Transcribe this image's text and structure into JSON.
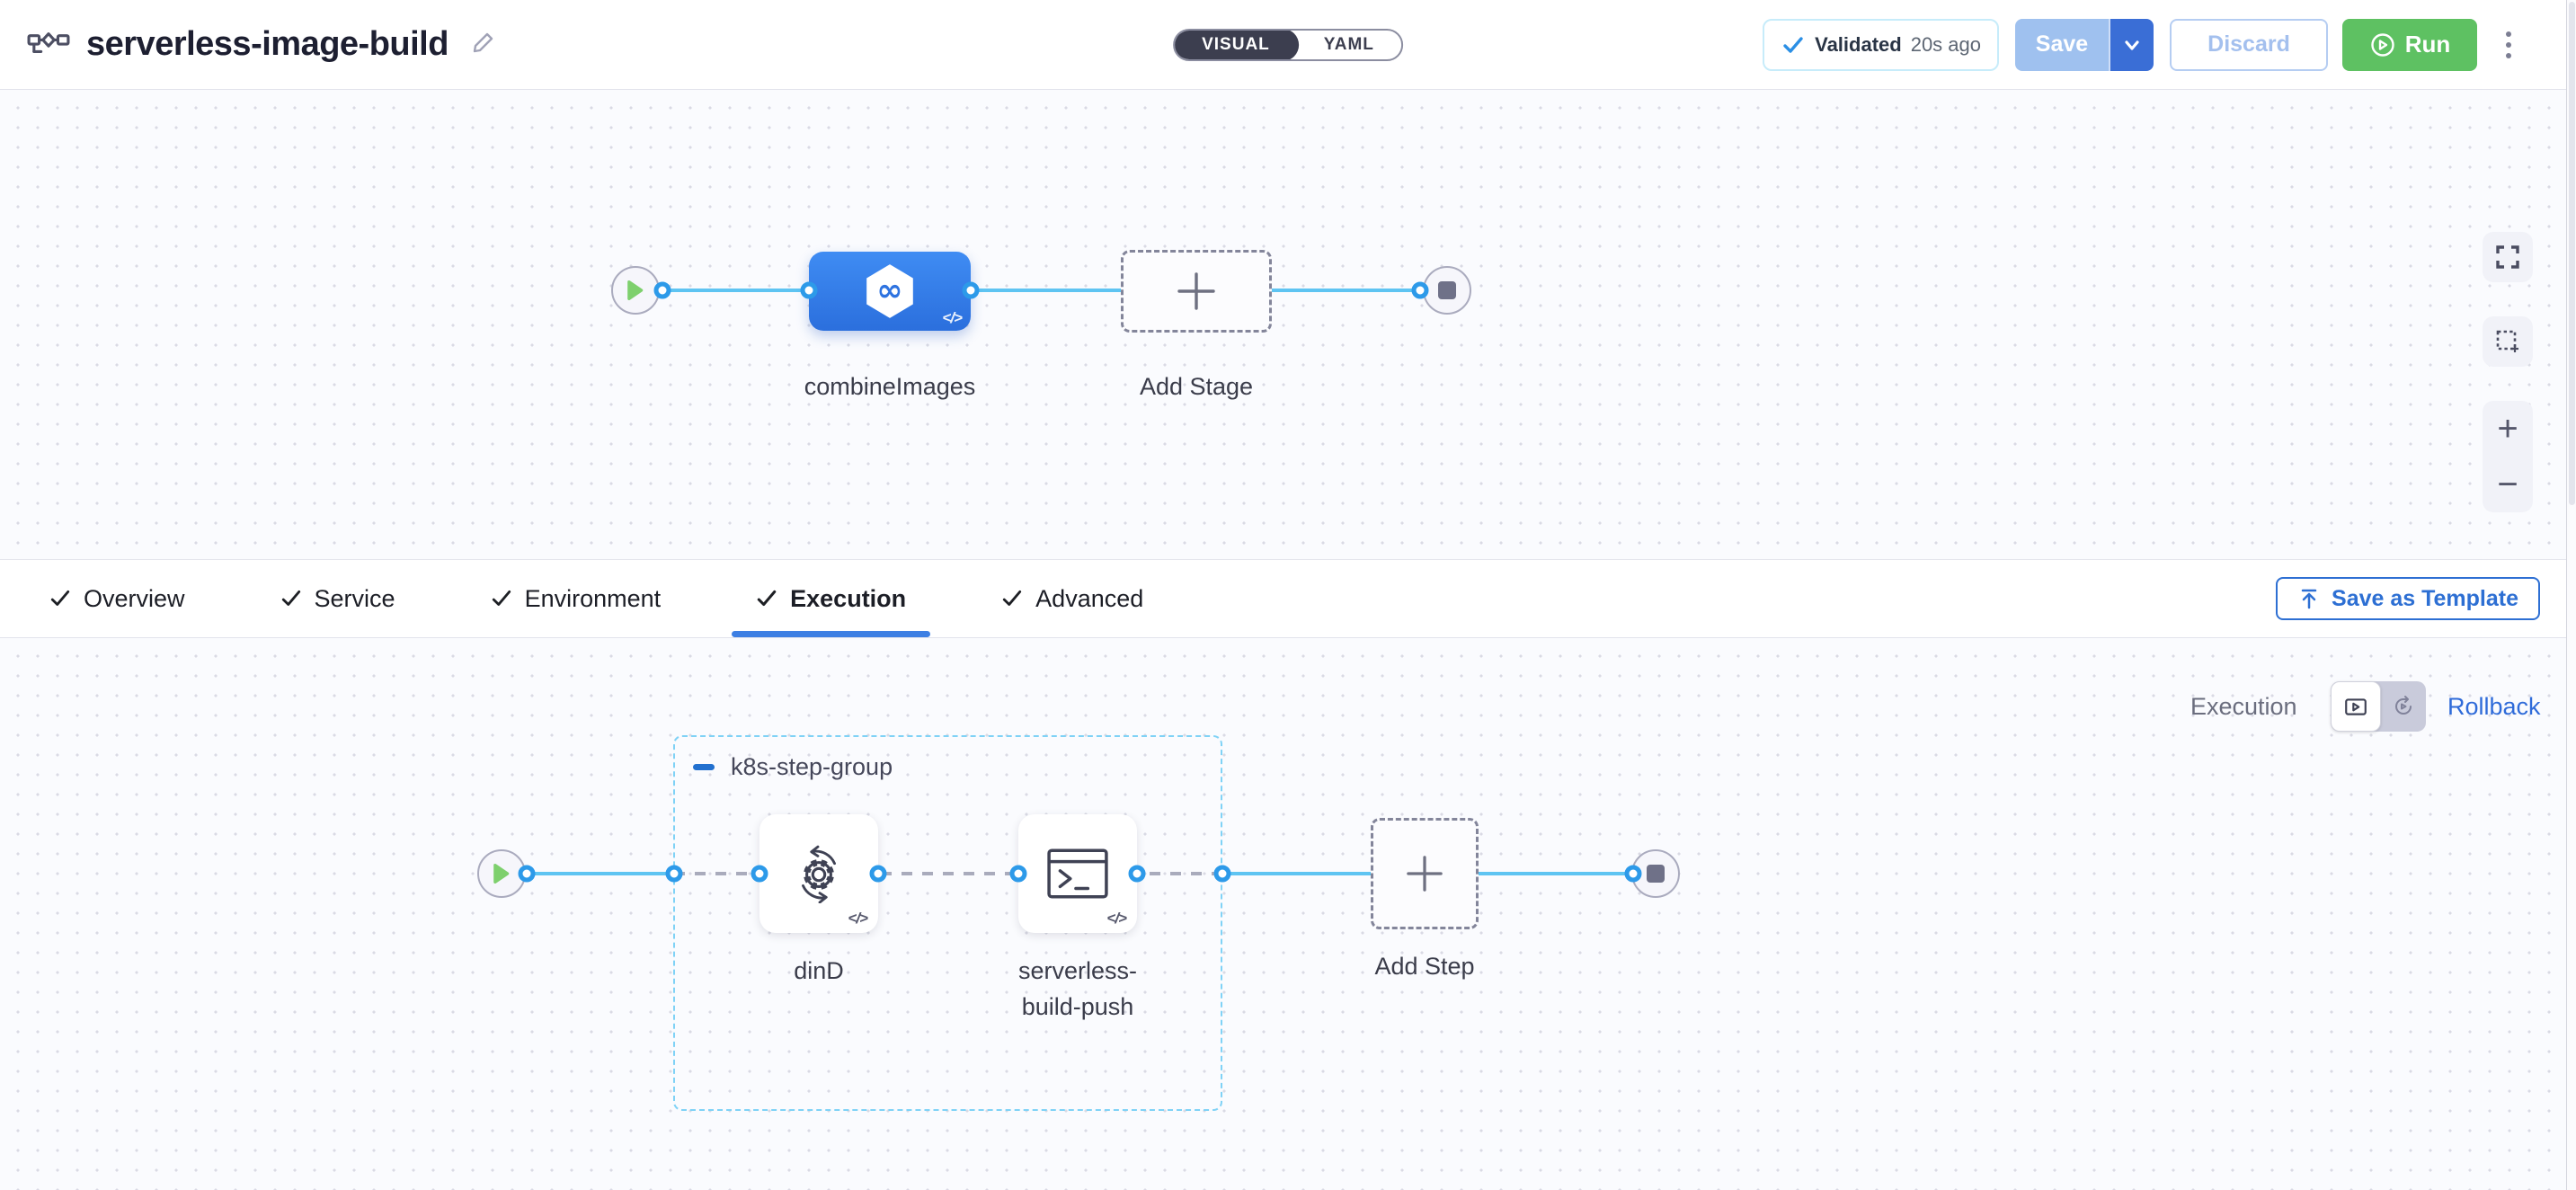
{
  "header": {
    "title": "serverless-image-build",
    "mode_toggle": {
      "visual": "VISUAL",
      "yaml": "YAML",
      "selected": "VISUAL"
    },
    "validated": {
      "label": "Validated",
      "ago": "20s ago"
    },
    "save": "Save",
    "discard": "Discard",
    "run": "Run"
  },
  "stage_canvas": {
    "stage_name": "combineImages",
    "add_stage": "Add Stage",
    "code_tag": "</>"
  },
  "tabs": {
    "items": [
      {
        "label": "Overview",
        "checked": true
      },
      {
        "label": "Service",
        "checked": true
      },
      {
        "label": "Environment",
        "checked": true
      },
      {
        "label": "Execution",
        "checked": true,
        "selected": true
      },
      {
        "label": "Advanced",
        "checked": true
      }
    ],
    "save_as_template": "Save as Template"
  },
  "execution_canvas": {
    "mode_label": "Execution",
    "rollback_label": "Rollback",
    "step_group": {
      "name": "k8s-step-group",
      "steps": [
        {
          "label": "dinD"
        },
        {
          "label": "serverless-build-push"
        }
      ]
    },
    "add_step": "Add Step",
    "code_tag": "</>"
  },
  "colors": {
    "primary_blue": "#2d6fd3",
    "stage_node_blue": "#2e73e0",
    "connector_blue": "#5ec4f2",
    "ring_blue": "#2d9ae9",
    "run_green": "#5ec162",
    "play_green": "#7ed06d",
    "validated_border": "#c7ecfa",
    "group_border": "#7fd2f6",
    "save_disabled_bg": "#9fc1ef",
    "save_caret_bg": "#3a6ed6",
    "tab_underline": "#3d7fe3"
  }
}
